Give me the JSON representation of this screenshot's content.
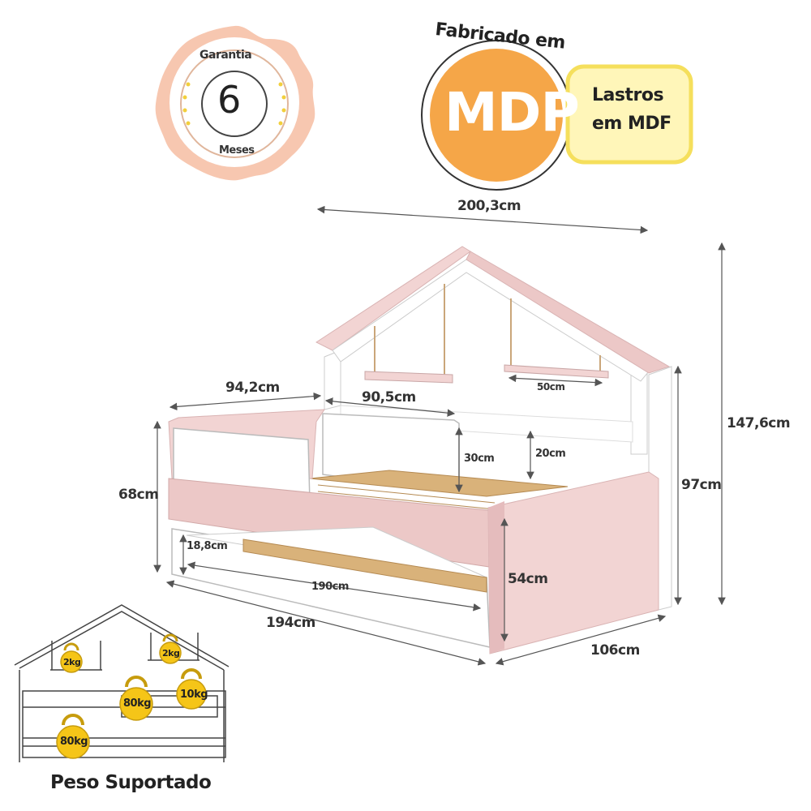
{
  "badges": {
    "guarantee": {
      "label": "Garantia",
      "number": "6",
      "unit": "Meses"
    },
    "material": {
      "heading": "Fabricado em",
      "text": "MDP"
    },
    "slats": {
      "line1": "Lastros",
      "line2": "em MDF"
    }
  },
  "dimensions": {
    "total_length": "200,3cm",
    "total_height": "147,6cm",
    "headboard_height": "97cm",
    "side_height": "68cm",
    "front_panel_height": "54cm",
    "left_guard_length": "94,2cm",
    "back_guard_length": "90,5cm",
    "guard_height": "30cm",
    "back_gap_height": "20cm",
    "swing_width": "50cm",
    "trundle_height": "18,8cm",
    "trundle_length": "190cm",
    "bed_length": "194cm",
    "bed_depth": "106cm"
  },
  "weight_diagram": {
    "title": "Peso Suportado",
    "shelf_left": "2kg",
    "shelf_right": "2kg",
    "bed": "80kg",
    "headboard": "10kg",
    "trundle": "80kg"
  },
  "colors": {
    "pink": "#f2d4d3",
    "pink_dark": "#e5bcbd",
    "white": "#ffffff",
    "wood": "#d9b27a",
    "orange": "#f5a648",
    "yellow_badge": "#fff6b9",
    "yellow_border": "#f5df5c",
    "rosette": "#f7c7b0",
    "kettlebell": "#f5c518"
  }
}
